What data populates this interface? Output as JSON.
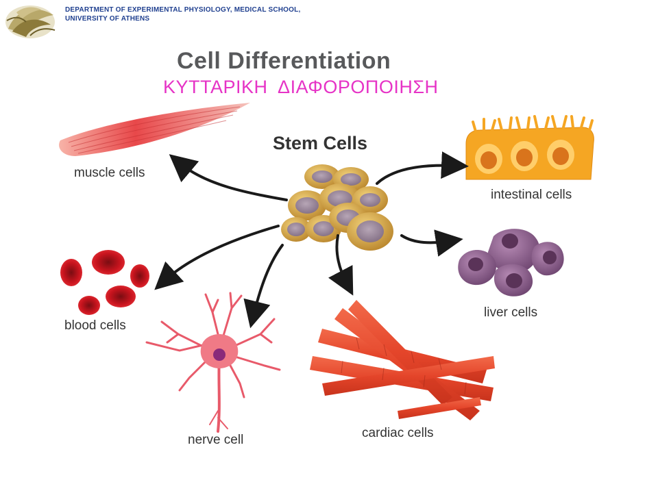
{
  "header": {
    "line1": "DEPARTMENT OF EXPERIMENTAL PHYSIOLOGY, MEDICAL SCHOOL,",
    "line2": "UNIVERSITY OF ATHENS",
    "logo_icon": "university-logo"
  },
  "title": "Cell Differentiation",
  "subtitle": "ΚΥΤΤΑΡΙΚΗ  ΔΙΑΦΟΡΟΠΟΙΗΣΗ",
  "center": {
    "label": "Stem Cells"
  },
  "labels": {
    "muscle": "muscle cells",
    "intestinal": "intestinal cells",
    "blood": "blood cells",
    "liver": "liver cells",
    "nerve": "nerve cell",
    "cardiac": "cardiac cells"
  },
  "colors": {
    "subtitle": "#e633c6",
    "header": "#1f3f8f",
    "title": "#58595b",
    "stem_cell": "#d9a84a",
    "muscle": "#e8484a",
    "intestinal": "#f5a623",
    "blood": "#c8141e",
    "liver": "#8a5a8a",
    "nerve": "#e85a6a",
    "cardiac": "#e4452a"
  }
}
